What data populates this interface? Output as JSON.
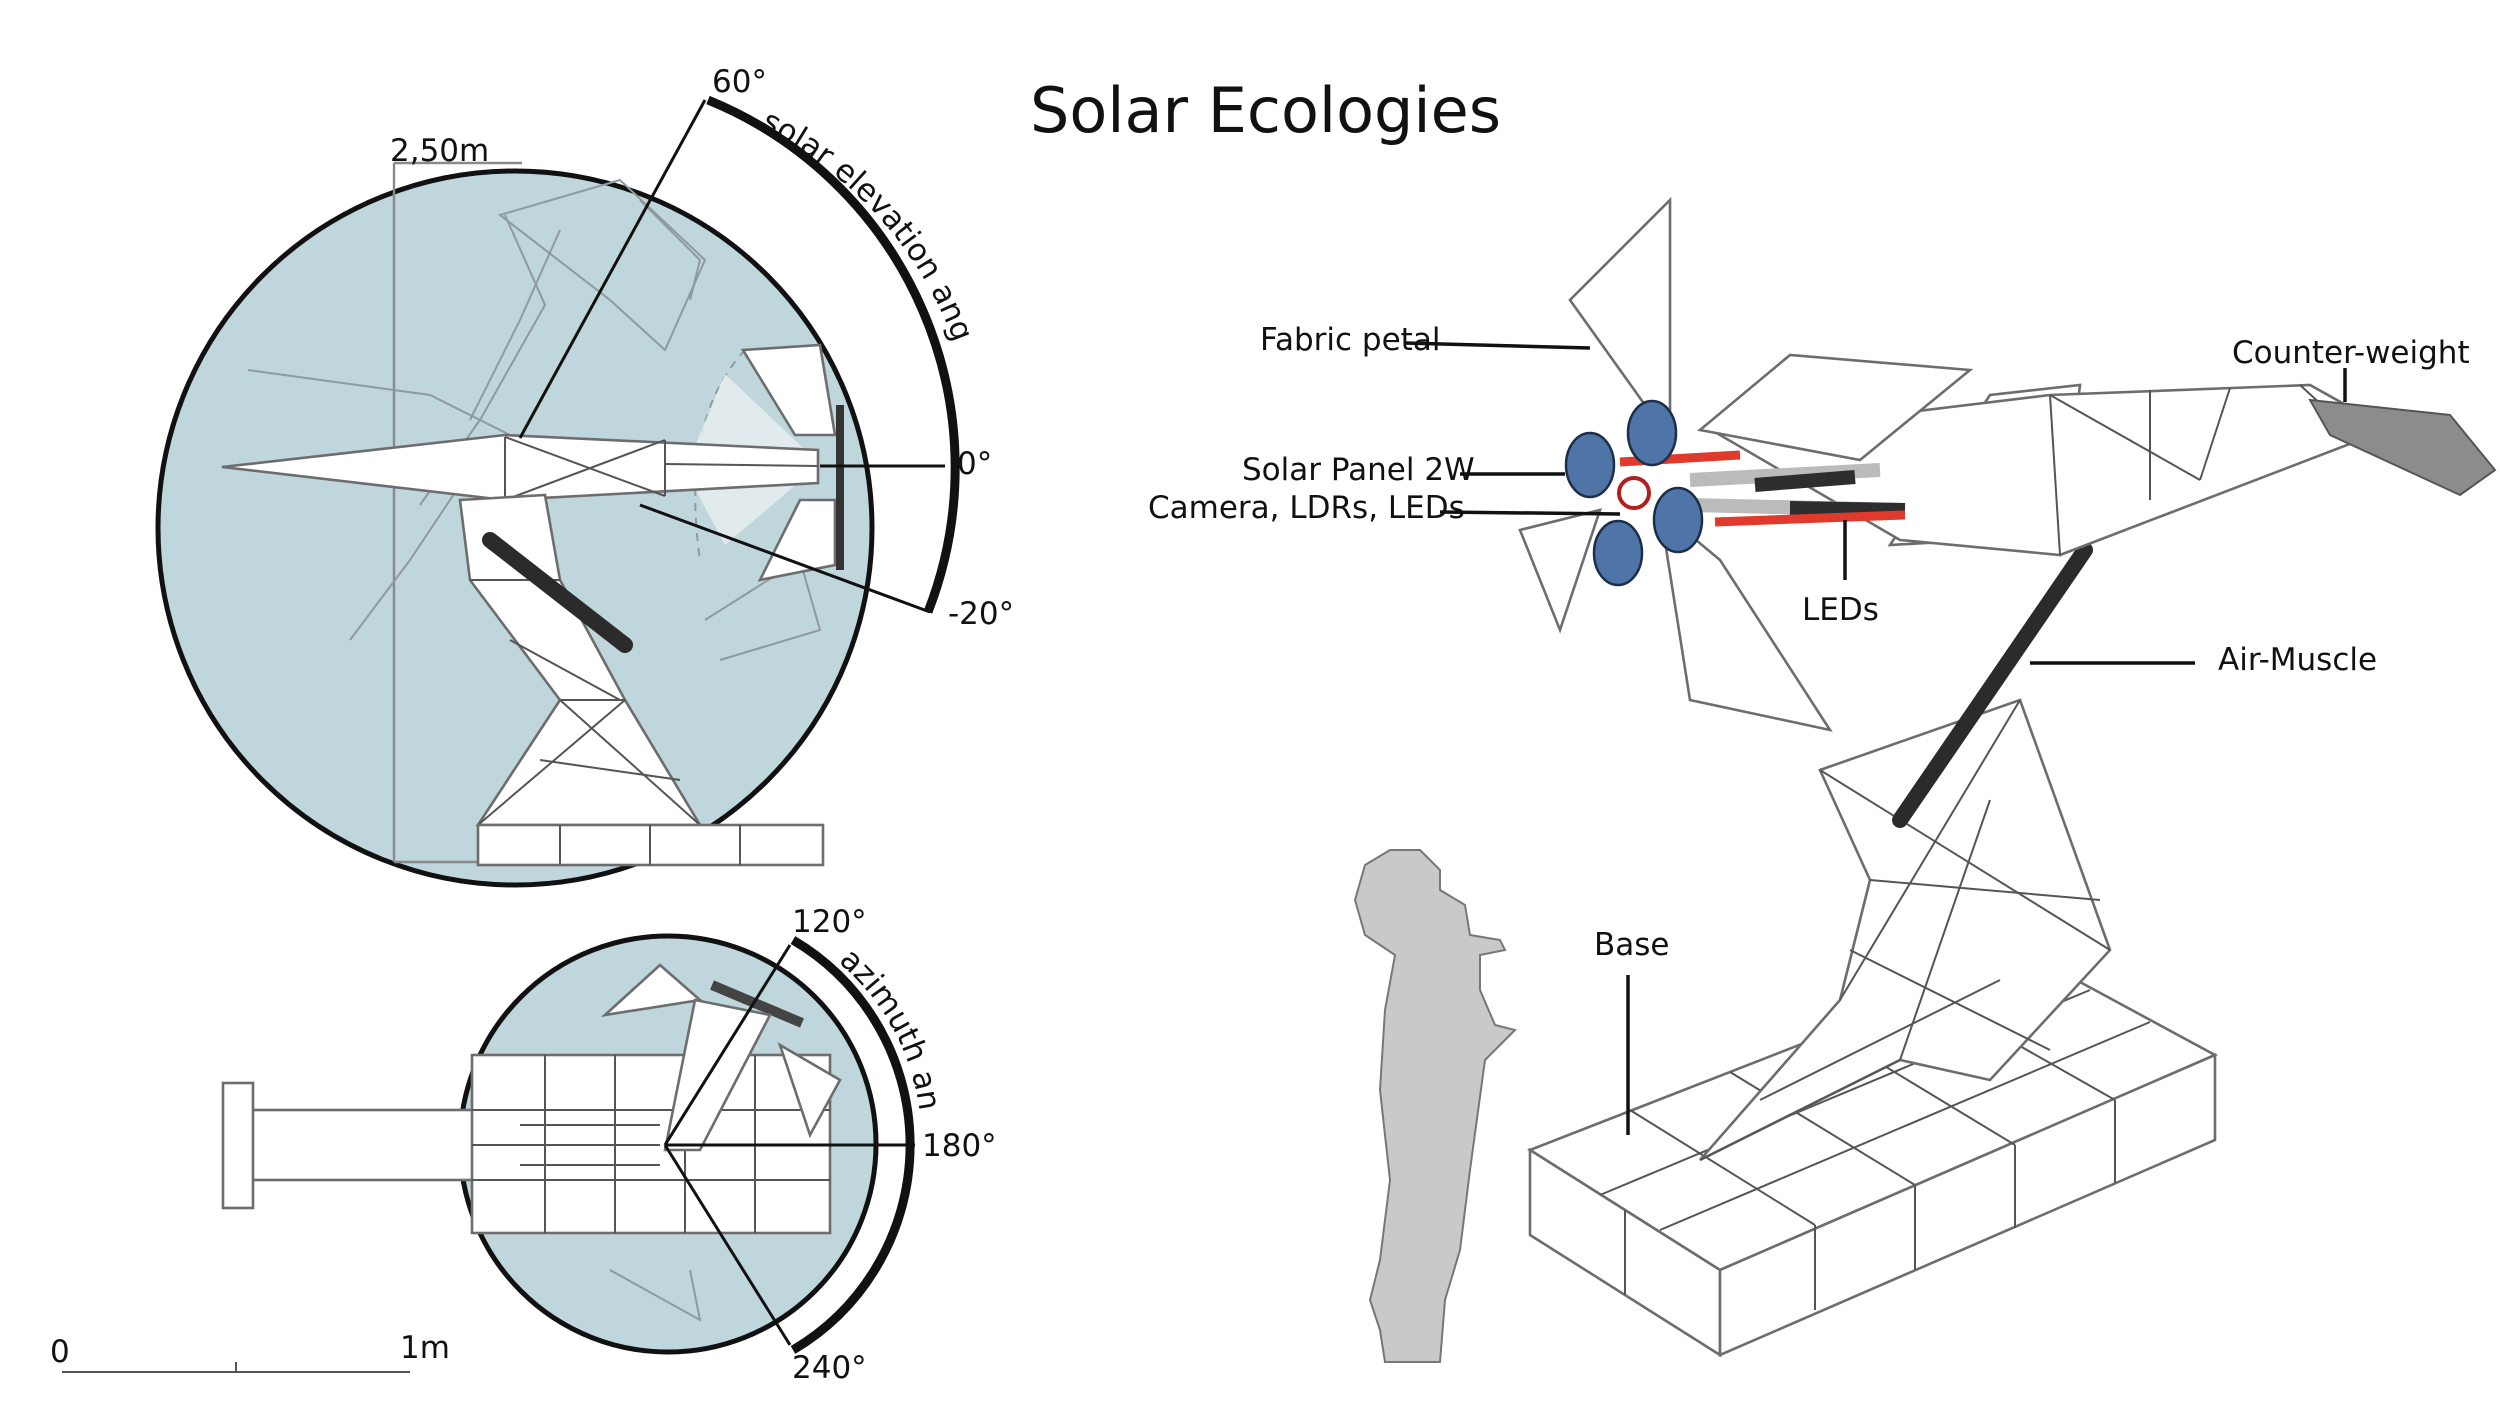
{
  "title": "Solar Ecologies",
  "elevation_view": {
    "height_label": "2,50m",
    "arc_label": "solar elevation angle",
    "angles": [
      "60°",
      "0°",
      "-20°"
    ]
  },
  "azimuth_view": {
    "arc_label": "azimuth angle",
    "angles": [
      "120°",
      "180°",
      "240°"
    ]
  },
  "scale_bar": {
    "start": "0",
    "end": "1m"
  },
  "callouts": {
    "fabric_petal": "Fabric petal",
    "solar_panel": "Solar Panel 2W",
    "camera": "Camera, LDRs, LEDs",
    "leds": "LEDs",
    "counter_weight": "Counter-weight",
    "air_muscle": "Air-Muscle",
    "base": "Base"
  },
  "colors": {
    "disc": "#bfd6dc",
    "panel": "#4e74a8",
    "led": "#e03a2c",
    "child": "#c9c9c9"
  }
}
